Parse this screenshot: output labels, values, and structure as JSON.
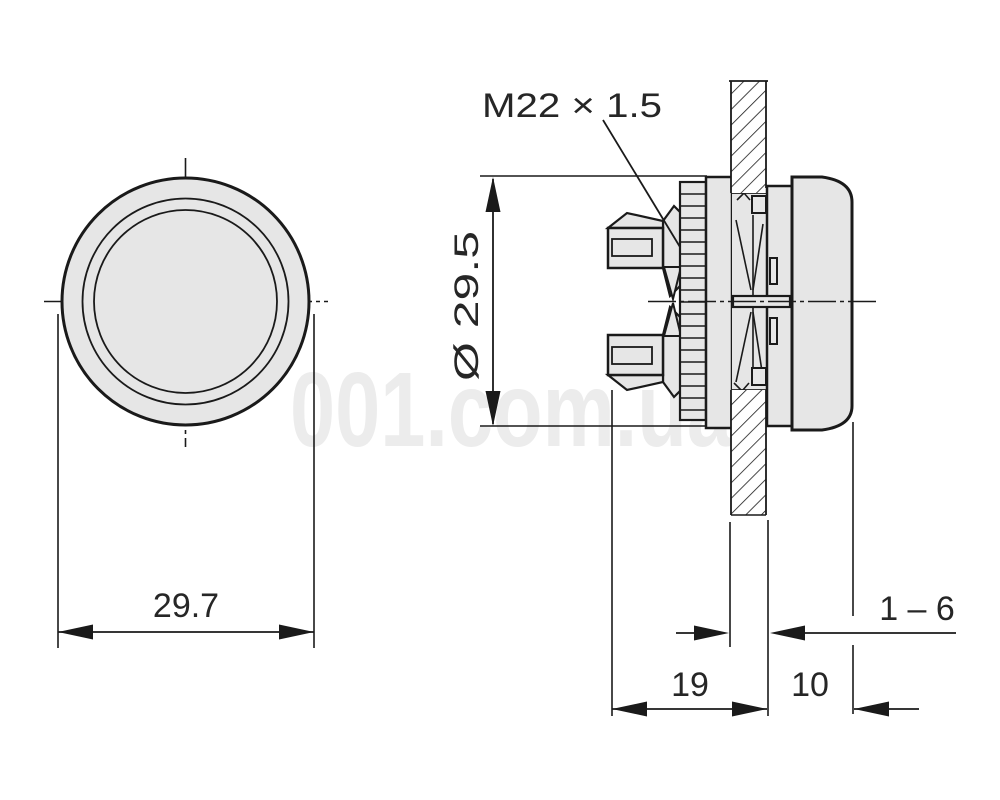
{
  "watermark": "001.com.ua",
  "front_view": {
    "width_dim": "29.7"
  },
  "side_view": {
    "thread_label": "M22 × 1.5",
    "collar_diameter_dim": "Ø 29.5",
    "behind_panel_depth_dim": "19",
    "front_protrusion_dim": "10",
    "panel_thickness_dim": "1 – 6"
  },
  "colors": {
    "line": "#1a1a1a",
    "part_fill": "#e6e6e6",
    "text": "#262626",
    "watermark": "#ececec",
    "background": "#ffffff"
  }
}
